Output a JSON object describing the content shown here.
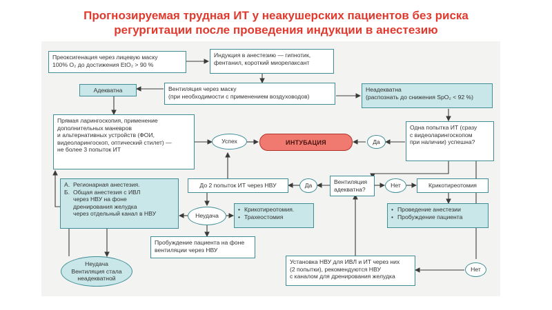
{
  "title": {
    "line1": "Прогнозируемая трудная ИТ у неакушерских пациентов без риска",
    "line2": "регургитации после проведения индукции в анестезию"
  },
  "nodes": {
    "preox": [
      "Преоксигенация через лицевую маску",
      "100% O₂ до достижения EtO₂ > 90 %"
    ],
    "induction": [
      "Индукция в анестезию — гипнотик,",
      "фентанил, короткий миорелаксант"
    ],
    "adequate": "Адекватна",
    "mask_vent": [
      "Вентиляция через маску",
      "(при необходимости с применением воздуховодов)"
    ],
    "inadequate": [
      "Неадекватна",
      "(распознать до снижения SpO₂ < 92 %)"
    ],
    "laryngoscopy": [
      "Прямая ларингоскопия, применение",
      "дополнительных маневров",
      "и альтернативных устройств (ФОИ,",
      "видеоларингоскоп, оптический стилет) —",
      "не более 3 попыток ИТ"
    ],
    "success": "Успех",
    "intubation": "ИНТУБАЦИЯ",
    "yes_1": "Да",
    "one_attempt": [
      "Одна попытка ИТ (сразу",
      "с видеоларингоскопом",
      "при наличии) успешна?"
    ],
    "regional": [
      {
        "letter": "А.",
        "lines": [
          "Регионарная анестезия."
        ]
      },
      {
        "letter": "Б.",
        "lines": [
          "Общая анестезия с ИВЛ",
          "через НВУ на фоне",
          "дренирования желудка",
          "через отдельный канал в НВУ"
        ]
      }
    ],
    "two_attempts": "До 2 попыток ИТ через НВУ",
    "yes_2": "Да",
    "vent_adequate": [
      "Вентиляция",
      "адекватна?"
    ],
    "no_1": "Нет",
    "cricothyrotomy": "Крикотиреотомия",
    "failure_1": "Неудача",
    "crico_list": [
      "Крикотиреотомия.",
      "Трахеостомия"
    ],
    "anesthesia_list": [
      "Проведение анестезии",
      "Пробуждение пациента"
    ],
    "wakeup": [
      "Пробуждение пациента на фоне",
      "вентиляции через НВУ"
    ],
    "failure_2": [
      "Неудача",
      "Вентиляция стала",
      "неадекватной"
    ],
    "nvu_install": [
      "Установка НВУ для ИВЛ и ИТ через них",
      "(2 попытки), рекомендуются НВУ",
      "с каналом для дренирования желудка"
    ],
    "no_2": "Нет"
  },
  "colors": {
    "title": "#e03a2e",
    "border": "#3e8d96",
    "teal_fill": "#c9e6e8",
    "intubation_fill": "#f07a6f",
    "arrow": "#3a3a3a"
  }
}
